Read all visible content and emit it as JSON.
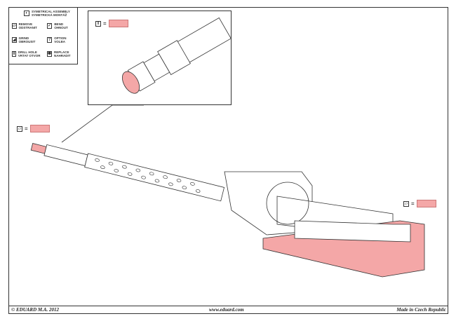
{
  "legend": [
    {
      "icon": "symmetrical-icon",
      "label": "SYMETRICAL ASSEMBLY SYMETRICKÁ MONTÁŽ"
    },
    {
      "icon": "remove-icon",
      "label": "REMOVE ODSTRANIT"
    },
    {
      "icon": "bend-icon",
      "label": "BEND OHNOUT"
    },
    {
      "icon": "grind-icon",
      "label": "GRIND OBROUSIT"
    },
    {
      "icon": "option-icon",
      "label": "OPTION VOLBA"
    },
    {
      "icon": "drill-icon",
      "label": "DRILL HOLE VRTAT OTVOR"
    },
    {
      "icon": "replace-icon",
      "label": "REPLACE NAHRADIT"
    }
  ],
  "callouts": {
    "eq": "=",
    "highlight_color": "#f4a7a7"
  },
  "footer": {
    "copyright": "© EDUARD  M.A. 2012",
    "website": "www.eduard.com",
    "origin": "Made in Czech Republic"
  }
}
